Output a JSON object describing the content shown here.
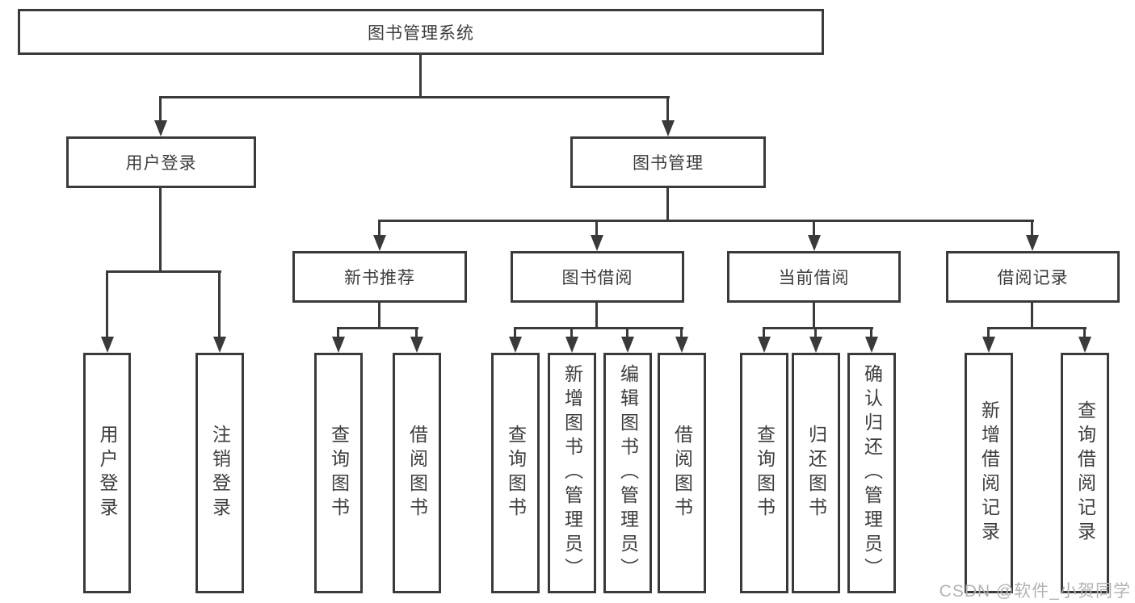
{
  "tree": {
    "label": "图书管理系统",
    "children": [
      {
        "label": "用户登录",
        "children": [
          {
            "label": "用户登录"
          },
          {
            "label": "注销登录"
          }
        ]
      },
      {
        "label": "图书管理",
        "children": [
          {
            "label": "新书推荐",
            "children": [
              {
                "label": "查询图书"
              },
              {
                "label": "借阅图书"
              }
            ]
          },
          {
            "label": "图书借阅",
            "children": [
              {
                "label": "查询图书"
              },
              {
                "label": "新增图书（管理员）"
              },
              {
                "label": "编辑图书（管理员）"
              },
              {
                "label": "借阅图书"
              }
            ]
          },
          {
            "label": "当前借阅",
            "children": [
              {
                "label": "查询图书"
              },
              {
                "label": "归还图书"
              },
              {
                "label": "确认归还（管理员）"
              }
            ]
          },
          {
            "label": "借阅记录",
            "children": [
              {
                "label": "新增借阅记录"
              },
              {
                "label": "查询借阅记录"
              }
            ]
          }
        ]
      }
    ]
  },
  "watermark": "CSDN @软件_小贺同学",
  "colors": {
    "line": "#3a3a3a",
    "text": "#3d3d3d",
    "watermark": "#b3b3b3",
    "background": "#ffffff"
  }
}
